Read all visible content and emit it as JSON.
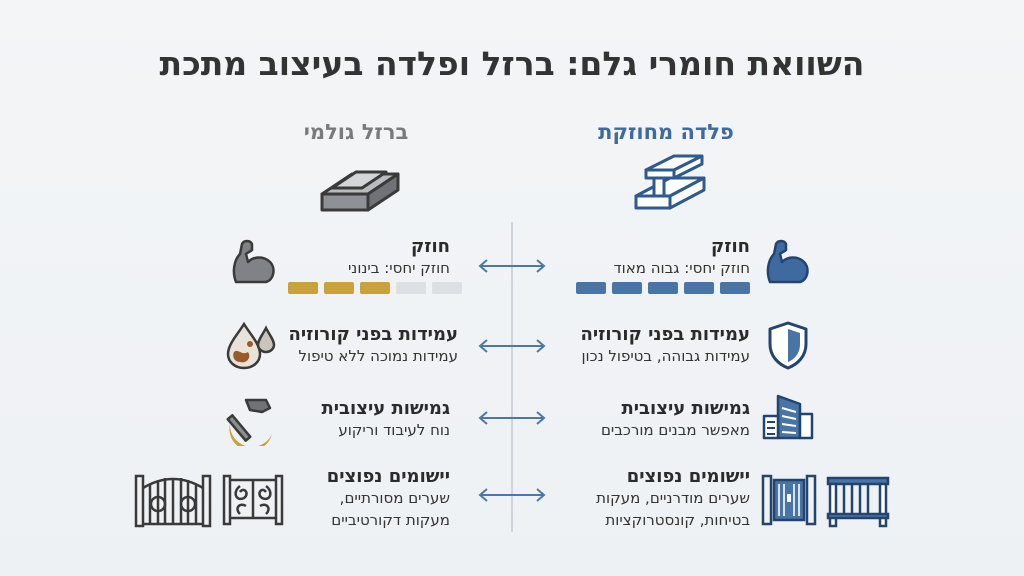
{
  "title": "השוואת חומרי גלם: ברזל ופלדה בעיצוב מתכת",
  "columns": {
    "steel": {
      "heading": "פלדה מחוזקת",
      "strength": {
        "title": "חוזק",
        "sub": "חוזק יחסי: גבוה מאוד",
        "level": 5,
        "max": 5
      },
      "corrosion": {
        "title": "עמידות בפני קורוזיה",
        "sub": "עמידות גבוהה, בטיפול נכון"
      },
      "flexibility": {
        "title": "גמישות עיצובית",
        "sub": "מאפשר מבנים מורכבים"
      },
      "applications": {
        "title": "יישומים נפוצים",
        "sub1": "שערים מודרניים, מעקות",
        "sub2": "בטיחות, קונסטרוקציות"
      }
    },
    "iron": {
      "heading": "ברזל גולמי",
      "strength": {
        "title": "חוזק",
        "sub": "חוזק יחסי: בינוני",
        "level": 3,
        "max": 5
      },
      "corrosion": {
        "title": "עמידות בפני קורוזיה",
        "sub": "עמידות נמוכה ללא טיפול"
      },
      "flexibility": {
        "title": "גמישות עיצובית",
        "sub": "נוח לעיבוד וריקוע"
      },
      "applications": {
        "title": "יישומים נפוצים",
        "sub1": "שערים מסורתיים,",
        "sub2": "מעקות דקורטיביים"
      }
    }
  },
  "colors": {
    "steel_accent": "#3f6aa0",
    "iron_accent": "#c9a23a",
    "bar_empty": "#dcdfe3"
  },
  "icons": {
    "steel": [
      "i-beam-icon",
      "flexed-arm-icon",
      "shield-icon",
      "building-icon",
      "gate-icon",
      "railing-icon"
    ],
    "iron": [
      "iron-ingot-icon",
      "flexed-arm-icon",
      "rust-drops-icon",
      "hammer-icon",
      "ornate-gate-icon",
      "ornate-railing-icon"
    ],
    "comparison": "double-arrow-icon"
  }
}
